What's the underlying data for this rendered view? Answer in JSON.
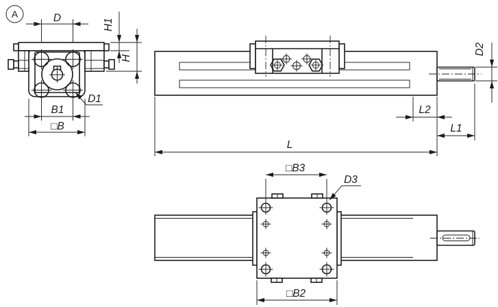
{
  "meta": {
    "drawing_type": "technical-line-drawing",
    "background_color": "#ffffff",
    "line_color": "#1c1c1c"
  },
  "labels": {
    "detail": "A",
    "D": "D",
    "H1": "H1",
    "H": "H",
    "B1": "B1",
    "B": "□B",
    "D1": "D1",
    "D2": "D2",
    "L2": "L2",
    "L1": "L1",
    "L": "L",
    "B3": "□B3",
    "D3": "D3",
    "B2": "□B2"
  },
  "views": {
    "front": {
      "dimension_labels": [
        "D",
        "H1",
        "H",
        "B1",
        "□B",
        "D1"
      ]
    },
    "side": {
      "dimension_labels": [
        "D2",
        "L2",
        "L1",
        "L"
      ]
    },
    "plan": {
      "dimension_labels": [
        "□B3",
        "D3",
        "□B2"
      ]
    }
  }
}
